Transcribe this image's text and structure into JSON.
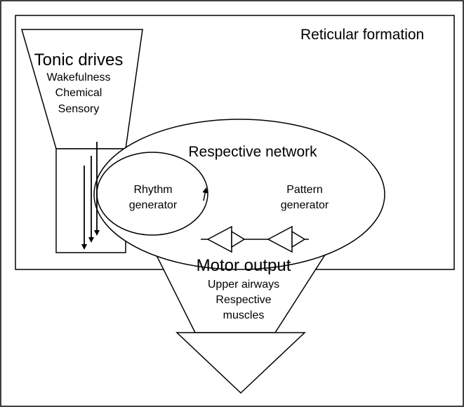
{
  "diagram": {
    "reticular_formation": "Reticular formation",
    "tonic_drives": {
      "title": "Tonic drives",
      "items": [
        "Wakefulness",
        "Chemical",
        "Sensory"
      ]
    },
    "respective_network": {
      "title": "Respective network",
      "rhythm_generator": [
        "Rhythm",
        "generator"
      ],
      "pattern_generator": [
        "Pattern",
        "generator"
      ]
    },
    "motor_output": {
      "title": "Motor output",
      "items": [
        "Upper airways",
        "Respective",
        "muscles"
      ]
    }
  }
}
